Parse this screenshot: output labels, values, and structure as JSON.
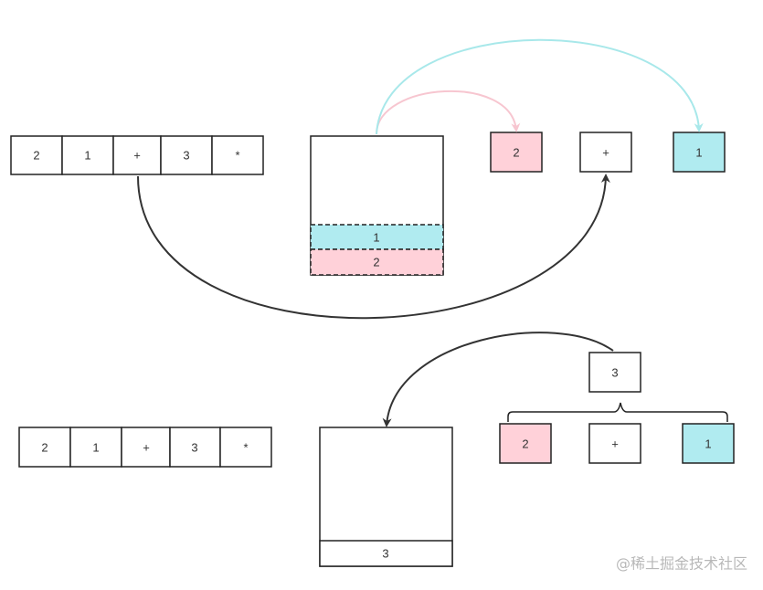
{
  "colors": {
    "pink": "#ffd1d9",
    "cyan": "#b0ebf0",
    "white": "#ffffff",
    "stroke": "#222222",
    "arrow_pink": "#f7c6d0",
    "arrow_cyan": "#a8e8ea",
    "arrow_dark": "#333333"
  },
  "top": {
    "expression": [
      "2",
      "1",
      "+",
      "3",
      "*"
    ],
    "stack_items": [
      "1",
      "2"
    ],
    "popped": {
      "first": "2",
      "operator": "+",
      "second": "1"
    }
  },
  "bottom": {
    "expression": [
      "2",
      "1",
      "+",
      "3",
      "*"
    ],
    "stack_items": [
      "3"
    ],
    "result": "3",
    "operands": {
      "left": "2",
      "operator": "+",
      "right": "1"
    }
  },
  "watermark": "@稀土掘金技术社区"
}
